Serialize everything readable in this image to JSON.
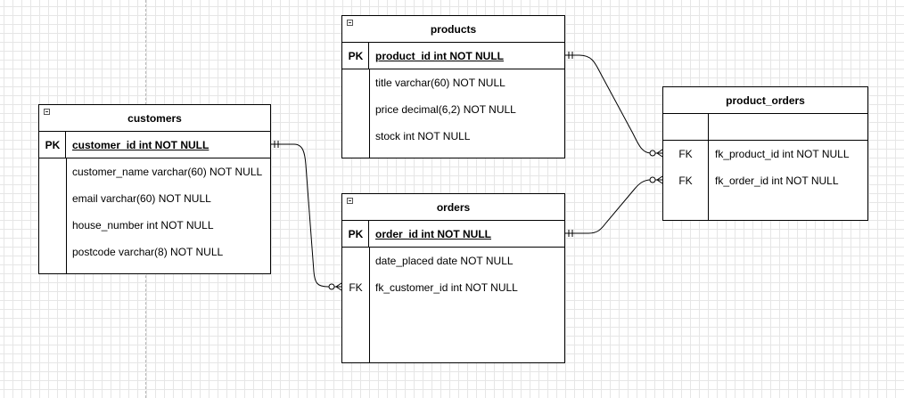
{
  "entities": {
    "products": {
      "title": "products",
      "pk_label": "PK",
      "pk_field": "product_id int NOT NULL",
      "fields": [
        "title varchar(60) NOT NULL",
        "price decimal(6,2) NOT NULL",
        "stock int NOT NULL"
      ]
    },
    "customers": {
      "title": "customers",
      "pk_label": "PK",
      "pk_field": "customer_id int NOT NULL",
      "fields": [
        "customer_name varchar(60) NOT NULL",
        "email varchar(60) NOT NULL",
        "house_number int NOT NULL",
        "postcode varchar(8) NOT NULL"
      ]
    },
    "orders": {
      "title": "orders",
      "pk_label": "PK",
      "pk_field": "order_id int NOT NULL",
      "fields": [
        "date_placed date NOT NULL",
        "fk_customer_id int NOT NULL"
      ],
      "fk_label": "FK"
    },
    "product_orders": {
      "title": "product_orders",
      "fk_label_1": "FK",
      "fk_label_2": "FK",
      "fields": [
        "fk_product_id int NOT NULL",
        "fk_order_id int NOT NULL"
      ]
    }
  },
  "relationships": [
    {
      "from": "customers.customer_id",
      "to": "orders.fk_customer_id",
      "from_end": "one-and-only-one",
      "to_end": "zero-or-many"
    },
    {
      "from": "products.product_id",
      "to": "product_orders.fk_product_id",
      "from_end": "one-and-only-one",
      "to_end": "zero-or-many"
    },
    {
      "from": "orders.order_id",
      "to": "product_orders.fk_order_id",
      "from_end": "one-and-only-one",
      "to_end": "zero-or-many"
    }
  ]
}
